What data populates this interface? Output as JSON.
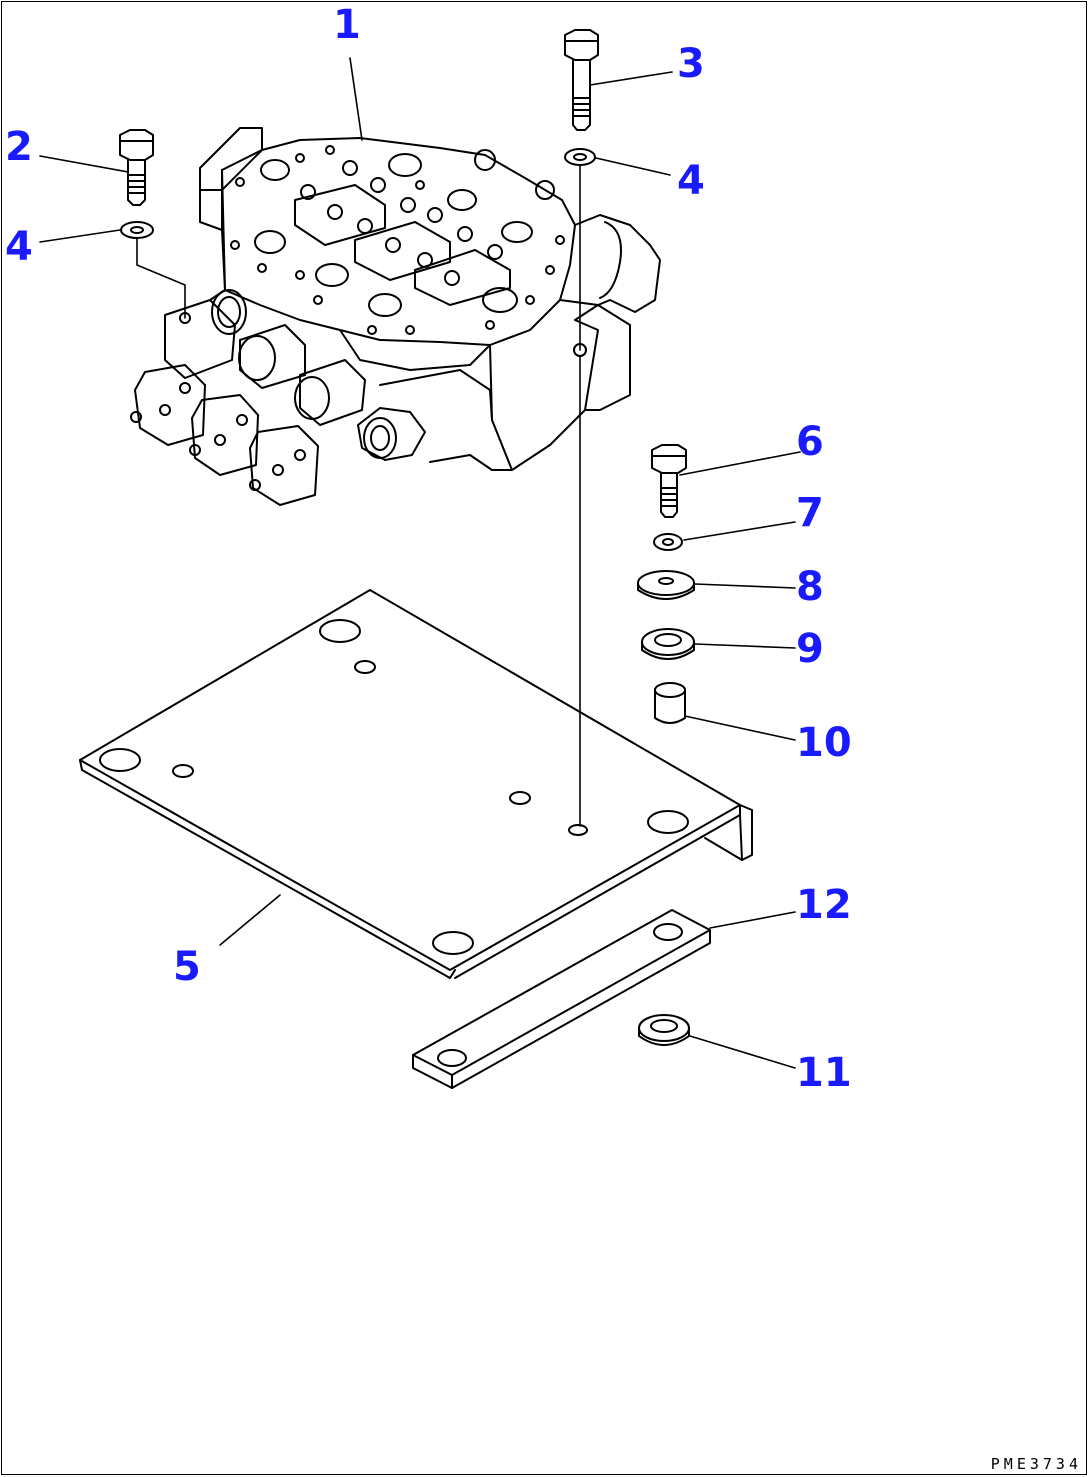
{
  "colors": {
    "callout": "#1a1aff",
    "line": "#000000",
    "background": "#ffffff"
  },
  "callouts": [
    {
      "id": "c1",
      "label": "1"
    },
    {
      "id": "c2",
      "label": "2"
    },
    {
      "id": "c3",
      "label": "3"
    },
    {
      "id": "c4a",
      "label": "4"
    },
    {
      "id": "c4b",
      "label": "4"
    },
    {
      "id": "c5",
      "label": "5"
    },
    {
      "id": "c6",
      "label": "6"
    },
    {
      "id": "c7",
      "label": "7"
    },
    {
      "id": "c8",
      "label": "8"
    },
    {
      "id": "c9",
      "label": "9"
    },
    {
      "id": "c10",
      "label": "10"
    },
    {
      "id": "c11",
      "label": "11"
    },
    {
      "id": "c12",
      "label": "12"
    }
  ],
  "drawing_code": "PME3734"
}
